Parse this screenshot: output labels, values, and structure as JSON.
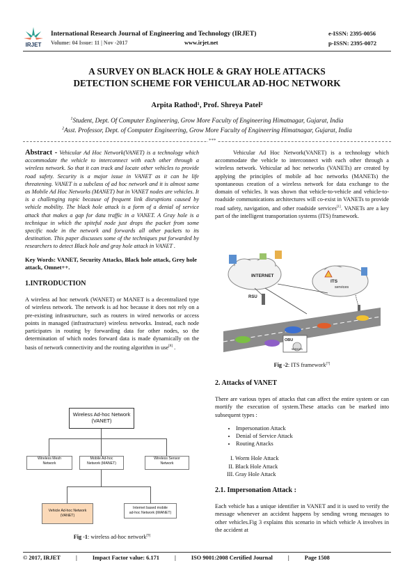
{
  "header": {
    "logo_text": "IRJET",
    "journal": "International Research Journal of Engineering and Technology (IRJET)",
    "e_issn": "e-ISSN: 2395-0056",
    "volume": "Volume: 04 Issue: 11 | Nov -2017",
    "website": "www.irjet.net",
    "p_issn": "p-ISSN: 2395-0072"
  },
  "title_lines": [
    "A SURVEY ON BLACK HOLE & GRAY HOLE ATTACKS",
    "DETECTION SCHEME FOR VEHICULAR AD-HOC NETWORK"
  ],
  "authors": "Arpita Rathod¹, Prof. Shreya Patel²",
  "affiliations": {
    "a1_mark": "1",
    "a1": "Student, Dept. Of Computer Engineering, Grow More Faculty of Engineering Himatnagar, Gujarat, India",
    "a2_mark": "2",
    "a2": "Asst. Professor, Dept. of Computer Engineering, Grow More Faculty of Engineering Himatnagar, Gujarat, India"
  },
  "separator": "***",
  "abstract": {
    "label": "Abstract -",
    "text": " Vehicular Ad Hoc Network(VANET) is a technology which accommodate the vehicle to interconnect with each other through a wireless network. So that it can track and locate other vehicles to provide road safety. Security is a major issue in VANET as it can be life threatening. VANET is a subclass of ad hoc network and it is almost same as Mobile Ad Hoc Networks (MANET) but in VANET nodes are vehicles. It is a challenging topic because of frequent link disruptions caused by vehicle mobility. The black hole attack is a form of a denial of service attack that makes a gap for data traffic in a VANET. A Gray hole is a technique in which the spiteful node just drops the packet from some specific node in the network and forwards all other packets to its destination. This paper discusses some of the techniques put forwarded by researchers to detect Black hole and gray hole attack in VANET ."
  },
  "keywords": {
    "label": "Key Words",
    "text": ":  VANET, Security Attacks, Black hole attack, Grey hole attack, Omnet++."
  },
  "intro": {
    "heading": "1.INTRODUCTION",
    "text": "A wireless ad hoc network (WANET) or MANET is a decentralized type of wireless network. The network is ad hoc because it does not rely on a pre-existing infrastructure, such as routers in wired networks or access points in managed (infrastructure) wireless networks. Instead, each node participates in routing by forwarding data for other nodes, so the determination of which nodes forward data is made dynamically on the basis of network connectivity and the routing algorithm in use",
    "ref": "[8]",
    "end": " ."
  },
  "fig1": {
    "root_line1": "Wireless Ad-hoc Network",
    "root_line2": "(VANET)",
    "n_mesh_1": "Wireless Mesh",
    "n_mesh_2": "Network",
    "n_mobile_1": "Mobile Ad-hoc",
    "n_mobile_2": "Network (MANET)",
    "n_sensor_1": "Wireless Sensor",
    "n_sensor_2": "Network",
    "n_vanet_1": "Vehicle Ad-hoc Network",
    "n_vanet_2": "(VANET)",
    "n_inet_1": "Internet based mobile",
    "n_inet_2": "ad-hoc Network (iMANET)",
    "caption_label": "Fig -1",
    "caption_text": ": wireless ad-hoc network",
    "caption_ref": "[9]",
    "highlight_color": "#fbd9b8"
  },
  "right_intro": {
    "text": "Vehicular Ad Hoc Network(VANET) is a technology which accommodate the vehicle to interconnect with each other through a wireless network. Vehicular ad hoc networks (VANETs) are created by applying the principles of mobile ad hoc networks (MANETs) the spontaneous creation of a wireless network for data exchange to the domain of vehicles. It was shown that vehicle-to-vehicle and vehicle-to-roadside communications architectures will co-exist in VANETs to provide road safety, navigation, and other roadside services",
    "ref": "[1]",
    "text2": ". VANETs are a key part of the intelligent transportation systems (ITS) framework."
  },
  "fig2": {
    "internet": "INTERNET",
    "rsu": "RSU",
    "its": "ITS",
    "services": "services",
    "obu": "OBU",
    "sensors": "sensors",
    "caption_label": "Fig -2",
    "caption_text": ": ITS framework",
    "caption_ref": "[7]"
  },
  "section2": {
    "heading": "2. Attacks of VANET",
    "text": "There are various types of attacks that can affect the entire system or can mortify the execution of system.These attacks can be marked into subsequent types :",
    "bullets": [
      "Impersonation Attack",
      "Denial of Service Attack",
      "Routing Attacks"
    ],
    "numbered": [
      {
        "n": "I.",
        "label": "Worm Hole Attack"
      },
      {
        "n": "II.",
        "label": "Black Hole Attack"
      },
      {
        "n": "III.",
        "label": "Gray Hole Attack"
      }
    ]
  },
  "section21": {
    "heading": "2.1. Impersonation Attack :",
    "text": "Each vehicle has a unique identifier in VANET and it is used to verify the message whenever an accident happens by sending wrong messages to other vehicles.Fig 3 explains this scenario in which vehicle A involves in the accident at"
  },
  "footer": {
    "copyright": "© 2017, IRJET",
    "sep": "|",
    "impact": "Impact Factor value: 6.171",
    "iso": "ISO 9001:2008 Certified Journal",
    "page": "Page 1508"
  }
}
